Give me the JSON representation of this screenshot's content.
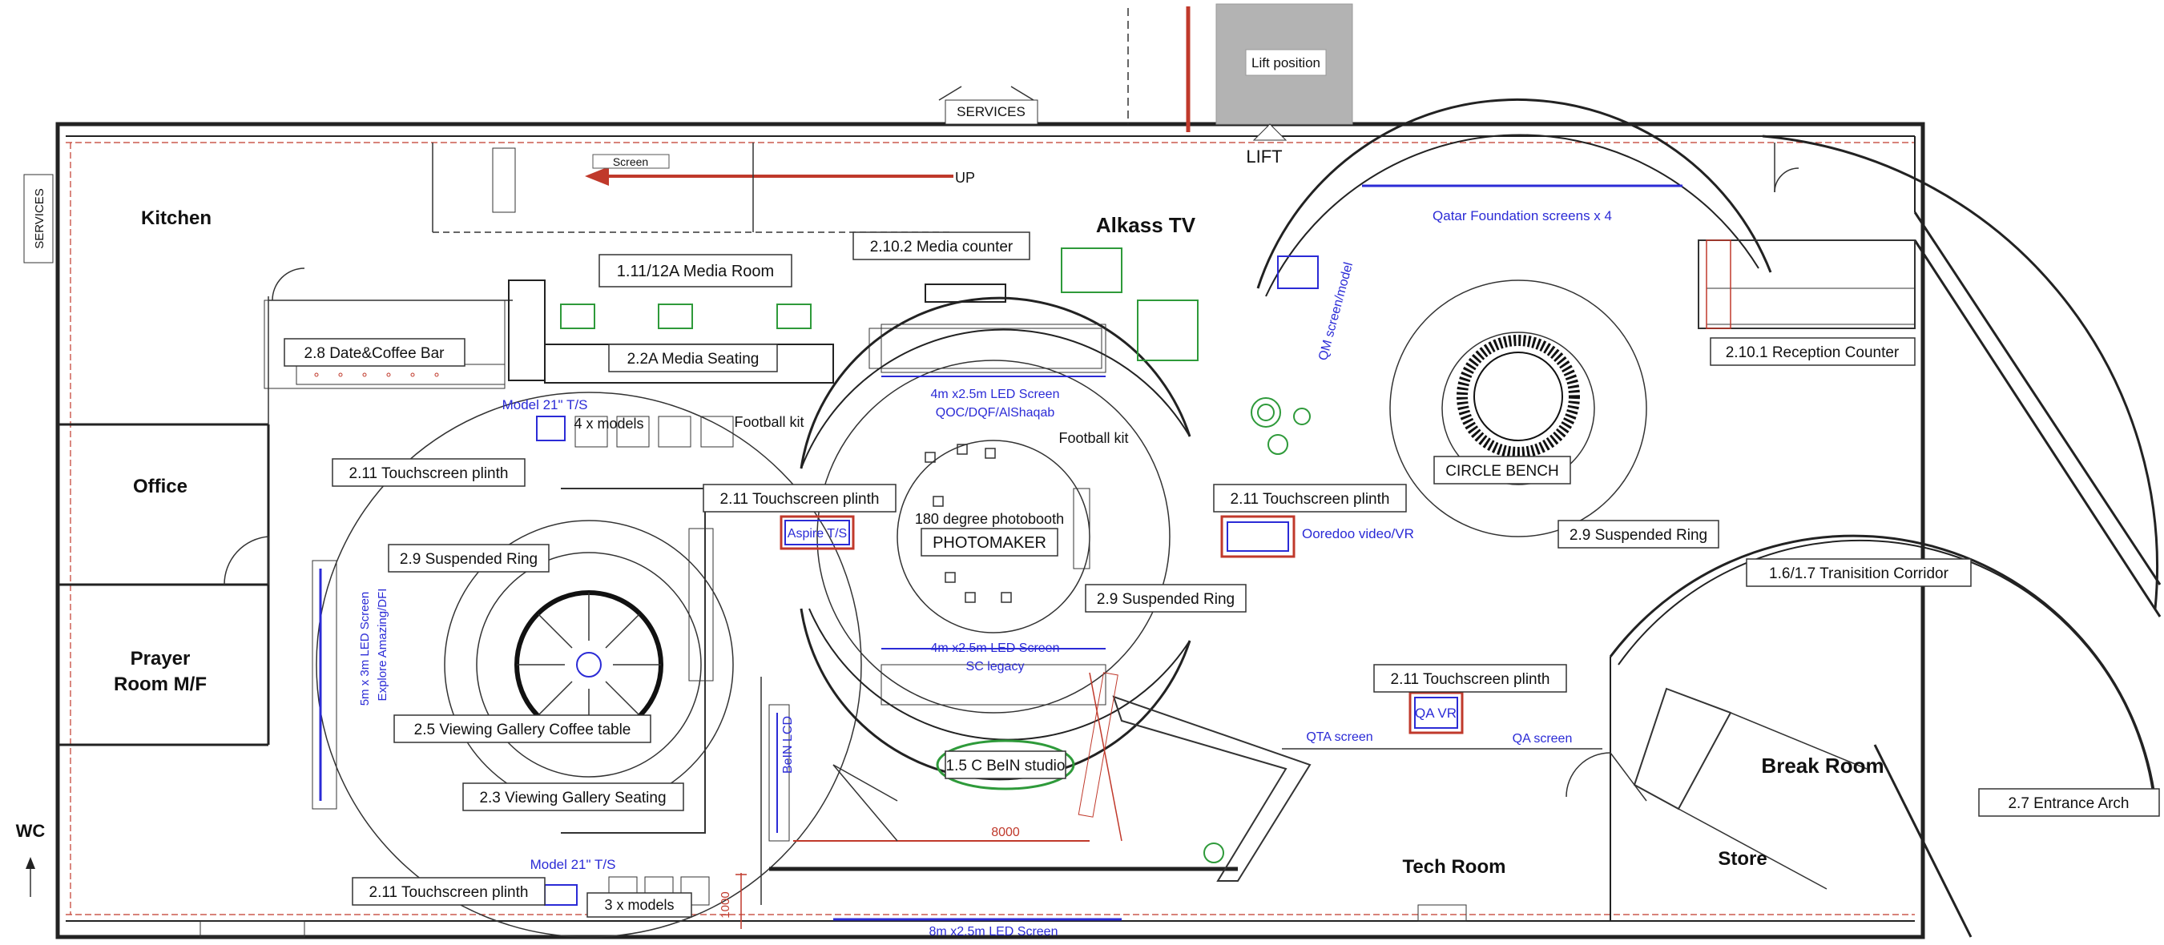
{
  "top": {
    "lift_position": "Lift position",
    "services_top": "SERVICES",
    "services_left": "SERVICES",
    "lift": "LIFT",
    "up": "UP",
    "screen": "Screen"
  },
  "rooms": {
    "kitchen": "Kitchen",
    "office": "Office",
    "prayer_1": "Prayer",
    "prayer_2": "Room M/F",
    "alkass": "Alkass TV",
    "break_room": "Break Room",
    "store": "Store",
    "tech_room": "Tech Room",
    "wc": "WC"
  },
  "labels": {
    "media_counter": "2.10.2 Media counter",
    "media_room": "1.11/12A Media Room",
    "coffee_bar": "2.8 Date&Coffee Bar",
    "media_seating": "2.2A Media Seating",
    "models_4": "4 x models",
    "football_kit_1": "Football kit",
    "football_kit_2": "Football kit",
    "touch_1": "2.11 Touchscreen plinth",
    "touch_2": "2.11 Touchscreen plinth",
    "touch_3": "2.11 Touchscreen plinth",
    "touch_4": "2.11 Touchscreen plinth",
    "touch_5": "2.11 Touchscreen plinth",
    "ring_1": "2.9 Suspended Ring",
    "ring_2": "2.9 Suspended Ring",
    "ring_3": "2.9 Suspended Ring",
    "photomaker": "PHOTOMAKER",
    "photobooth": "180 degree photobooth",
    "circle_bench": "CIRCLE BENCH",
    "coffee_table": "2.5 Viewing Gallery Coffee table",
    "gallery_seating": "2.3 Viewing Gallery Seating",
    "models_3": "3 x models",
    "bein_studio": "1.5 C BeIN studio",
    "corridor": "1.6/1.7 Tranisition Corridor",
    "reception": "2.10.1 Reception Counter",
    "entrance_arch": "2.7 Entrance Arch",
    "dim_8000": "8000",
    "dim_1000": "1000"
  },
  "blue_labels": {
    "model_top": "Model 21\" T/S",
    "model_bottom": "Model 21\" T/S",
    "led_top_1": "4m x2.5m LED Screen",
    "led_top_2": "QOC/DQF/AlShaqab",
    "led_bottom_1": "4m x2.5m LED Screen",
    "led_bottom_2": "SC legacy",
    "aspire": "Aspire T/S",
    "ooredoo": "Ooredoo video/VR",
    "qatar_foundation": "Qatar Foundation screens x 4",
    "qm": "QM screen/model",
    "qa_vr": "QA VR",
    "qta": "QTA screen",
    "qa_screen": "QA screen",
    "bein_lcd": "BeIN LCD",
    "led_left_1": "5m x 3m LED Screen",
    "led_left_2": "Explore Amazing/DFI",
    "led_8m": "8m x2.5m LED Screen"
  },
  "colors": {
    "wall": "#222222",
    "red": "#c0392b",
    "blue": "#2b2bd6",
    "green": "#2e9a3a",
    "lift_box": "#b3b3b3"
  }
}
